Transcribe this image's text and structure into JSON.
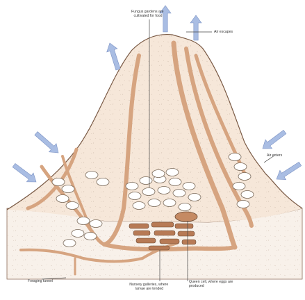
{
  "diagram": {
    "labels": {
      "fungus": [
        "Fungus gardens are",
        "cultivated for food"
      ],
      "air_escapes": [
        "Air escapes"
      ],
      "air_enters": [
        "Air enters"
      ],
      "foraging": [
        "Foraging tunnel"
      ],
      "nursery": [
        "Nursery galleries, where",
        "larvae are tended"
      ],
      "queen": [
        "Queen cell, where eggs are",
        "produced"
      ]
    },
    "arrow_color": "#a9bde3",
    "mound_color": "#f6e7d9",
    "tunnel_color": "#d6a480"
  }
}
